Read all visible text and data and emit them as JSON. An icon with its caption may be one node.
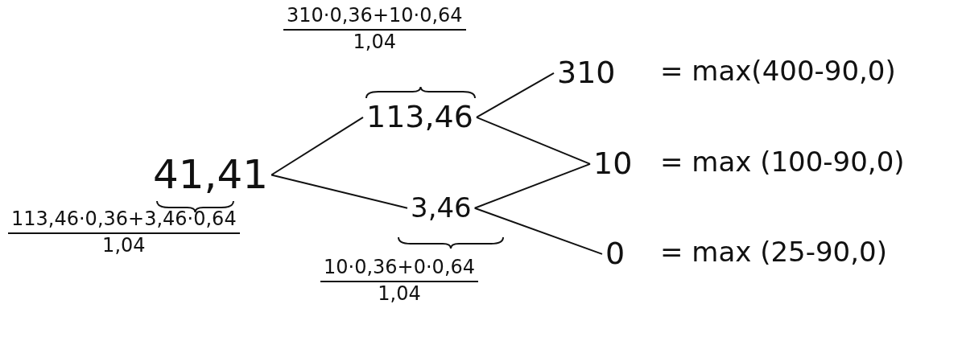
{
  "diagram": {
    "nodes": [
      {
        "text": [
          "41,41"
        ],
        "beside": [
          "113,46·0,36+3,46·0,64",
          "1,04"
        ]
      },
      {
        "text": [
          "113,46"
        ],
        "beside": [
          "310·0,36+10·0,64",
          "1,04"
        ]
      },
      {
        "text": [
          "3,46"
        ],
        "beside": [
          "10·0,36+0·0,64",
          "1,04"
        ]
      },
      {
        "text": [
          "310"
        ],
        "beside": [
          "= max(400-90,0)"
        ]
      },
      {
        "text": [
          "10"
        ],
        "beside": [
          "= max (100-90,0)"
        ]
      },
      {
        "text": [
          "0"
        ],
        "beside": [
          "= max (25-90,0)"
        ]
      }
    ],
    "edges": [
      {
        "from": 0,
        "to": 1,
        "arrow": "none"
      },
      {
        "from": 0,
        "to": 2,
        "arrow": "none"
      },
      {
        "from": 1,
        "to": 3,
        "arrow": "none"
      },
      {
        "from": 1,
        "to": 4,
        "arrow": "none"
      },
      {
        "from": 2,
        "to": 4,
        "arrow": "none"
      },
      {
        "from": 2,
        "to": 5,
        "arrow": "none"
      }
    ]
  }
}
